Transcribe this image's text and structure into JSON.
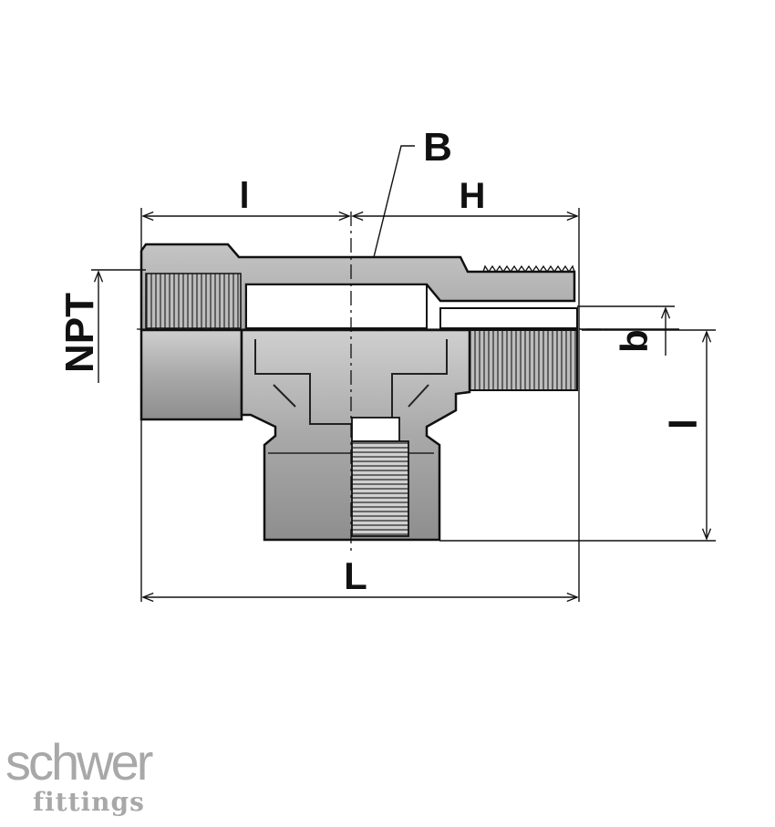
{
  "drawing": {
    "labels": {
      "dim_top_left": "l",
      "dim_top_right": "H",
      "callout": "B",
      "thread": "NPT",
      "bore": "b",
      "dim_right": "l",
      "overall": "L"
    }
  },
  "logo": {
    "name": "schwer",
    "tagline": "fittings"
  }
}
